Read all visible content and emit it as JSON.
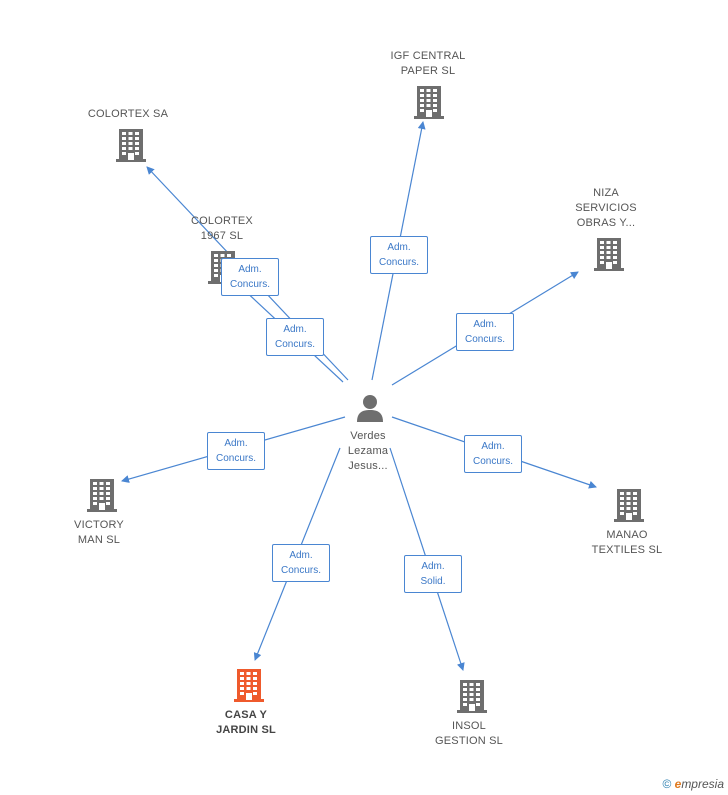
{
  "center": {
    "lines": [
      "Verdes",
      "Lezama",
      "Jesus..."
    ]
  },
  "nodes": [
    {
      "id": "igf",
      "lines": [
        "IGF CENTRAL",
        "PAPER SL"
      ],
      "highlight": false
    },
    {
      "id": "colortex-sa",
      "lines": [
        "COLORTEX SA"
      ],
      "highlight": false
    },
    {
      "id": "colortex-1967",
      "lines": [
        "COLORTEX",
        "1967 SL"
      ],
      "highlight": false
    },
    {
      "id": "niza",
      "lines": [
        "NIZA",
        "SERVICIOS",
        "OBRAS Y..."
      ],
      "highlight": false
    },
    {
      "id": "victory",
      "lines": [
        "VICTORY",
        "MAN SL"
      ],
      "highlight": false
    },
    {
      "id": "manao",
      "lines": [
        "MANAO",
        "TEXTILES SL"
      ],
      "highlight": false
    },
    {
      "id": "casa",
      "lines": [
        "CASA Y",
        "JARDIN SL"
      ],
      "highlight": true
    },
    {
      "id": "insol",
      "lines": [
        "INSOL",
        "GESTION SL"
      ],
      "highlight": false
    }
  ],
  "relations": [
    {
      "target": "igf",
      "lines": [
        "Adm.",
        "Concurs."
      ]
    },
    {
      "target": "colortex-sa",
      "lines": [
        "Adm.",
        "Concurs."
      ]
    },
    {
      "target": "colortex-1967",
      "lines": [
        "Adm.",
        "Concurs."
      ]
    },
    {
      "target": "niza",
      "lines": [
        "Adm.",
        "Concurs."
      ]
    },
    {
      "target": "victory",
      "lines": [
        "Adm.",
        "Concurs."
      ]
    },
    {
      "target": "manao",
      "lines": [
        "Adm.",
        "Concurs."
      ]
    },
    {
      "target": "casa",
      "lines": [
        "Adm.",
        "Concurs."
      ]
    },
    {
      "target": "insol",
      "lines": [
        "Adm.",
        "Solid."
      ]
    }
  ],
  "footer": {
    "copyright": "©",
    "brand_initial": "e",
    "brand_rest": "mpresia"
  },
  "colors": {
    "edge": "#4a86d2",
    "building": "#6e6e6e",
    "building_highlight": "#ef5a2c",
    "person": "#6e6e6e"
  },
  "icons": {
    "node": "building-icon",
    "center": "person-icon"
  }
}
